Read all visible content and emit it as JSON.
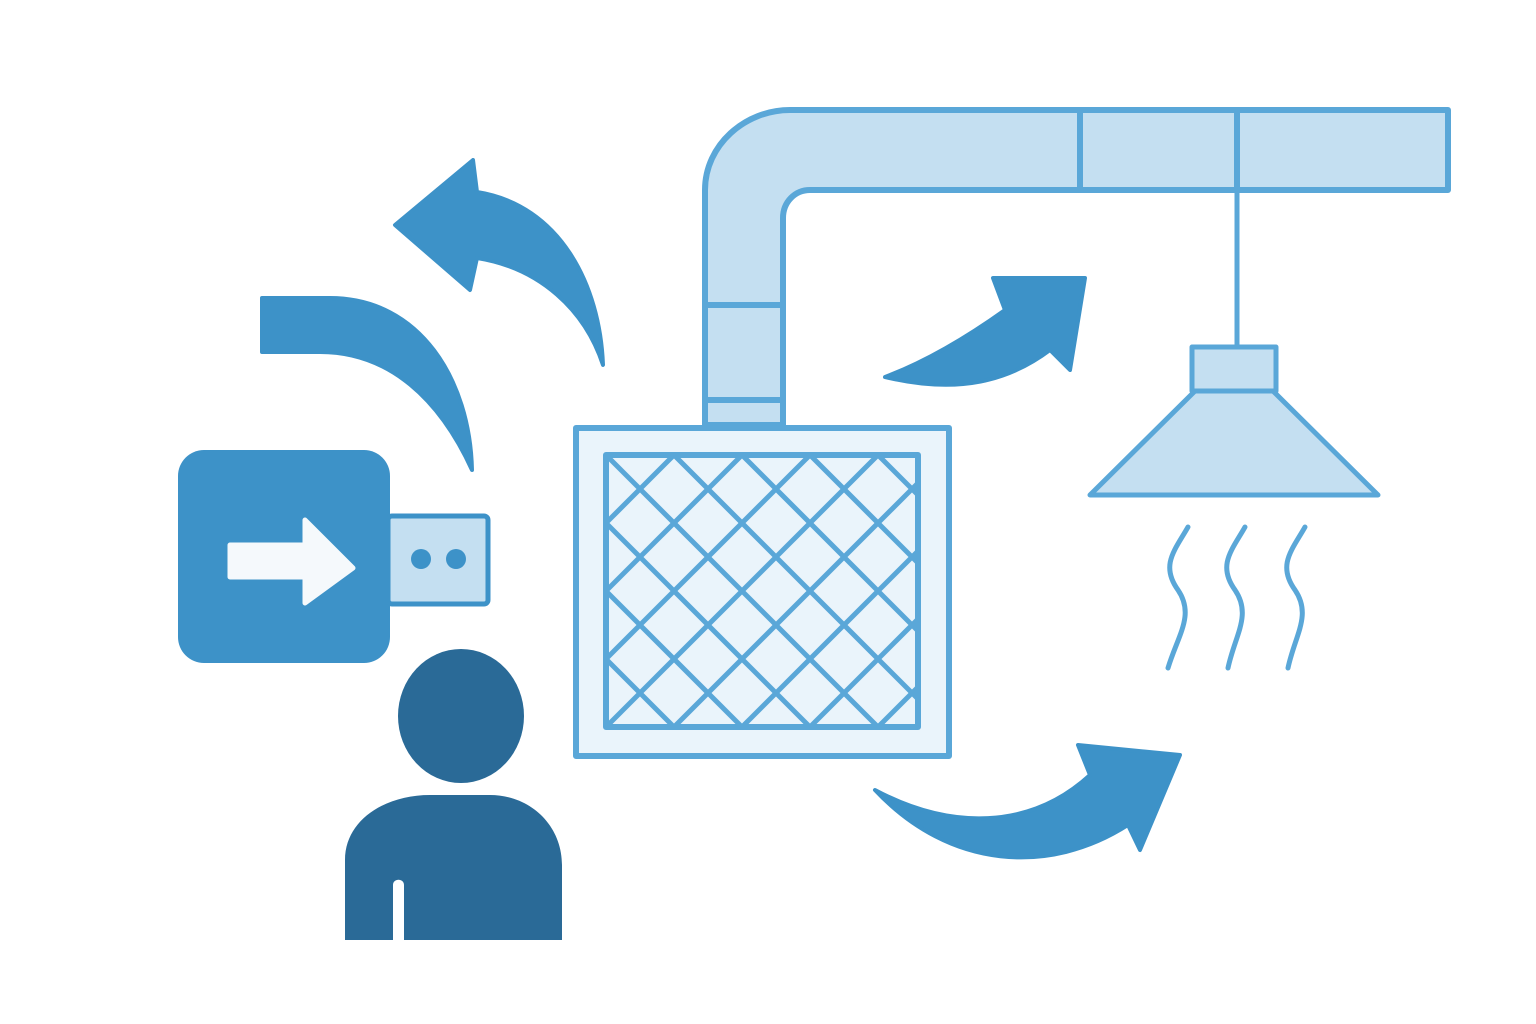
{
  "diagram": {
    "palette": {
      "background": "#ffffff",
      "primary": "#3d92c8",
      "dark": "#2a6a97",
      "light_fill": "#c4dff1",
      "pale_fill": "#eaf4fb",
      "outline": "#5aa7d8",
      "arrow_inner": "#f5f9fc"
    },
    "nodes": [
      {
        "id": "user",
        "icon": "person-icon"
      },
      {
        "id": "usb",
        "icon": "usb-drive-export-icon"
      },
      {
        "id": "filter",
        "icon": "grille-filter-icon"
      },
      {
        "id": "duct",
        "icon": "duct-pipe-icon"
      },
      {
        "id": "hood",
        "icon": "exhaust-hood-icon"
      },
      {
        "id": "heat",
        "icon": "heat-waves-icon"
      }
    ],
    "flows": [
      {
        "id": "arrow-upper-left",
        "icon": "curved-arrow-icon",
        "direction": "up-left"
      },
      {
        "id": "arrow-left-swoosh",
        "icon": "curved-arrow-icon",
        "direction": "left"
      },
      {
        "id": "arrow-mid-right",
        "icon": "curved-arrow-icon",
        "direction": "up-right"
      },
      {
        "id": "arrow-bottom-right",
        "icon": "curved-arrow-icon",
        "direction": "up-right"
      }
    ]
  }
}
